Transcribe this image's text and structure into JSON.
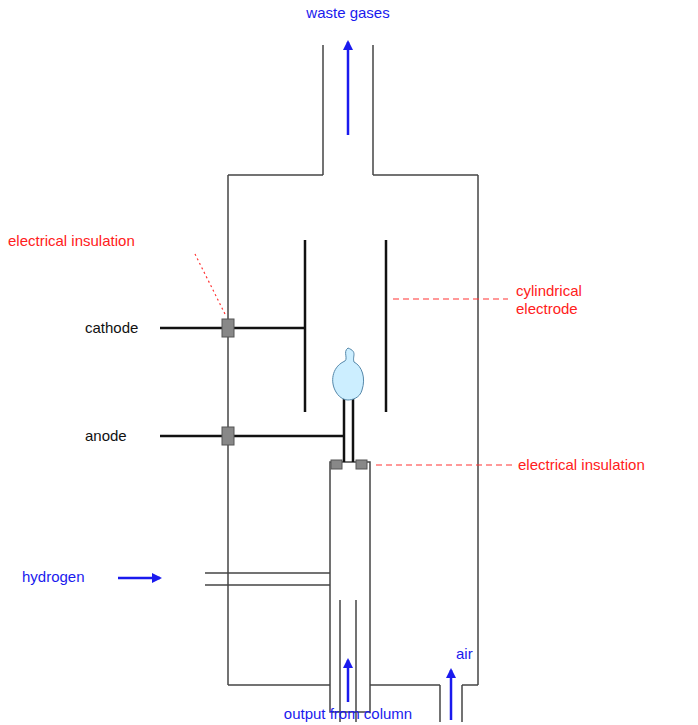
{
  "diagram": {
    "labels": [
      "waste gases",
      "electrical insulation",
      "cathode",
      "cylindrical electrode",
      "anode",
      "electrical insulation",
      "hydrogen",
      "air",
      "output from column"
    ]
  }
}
